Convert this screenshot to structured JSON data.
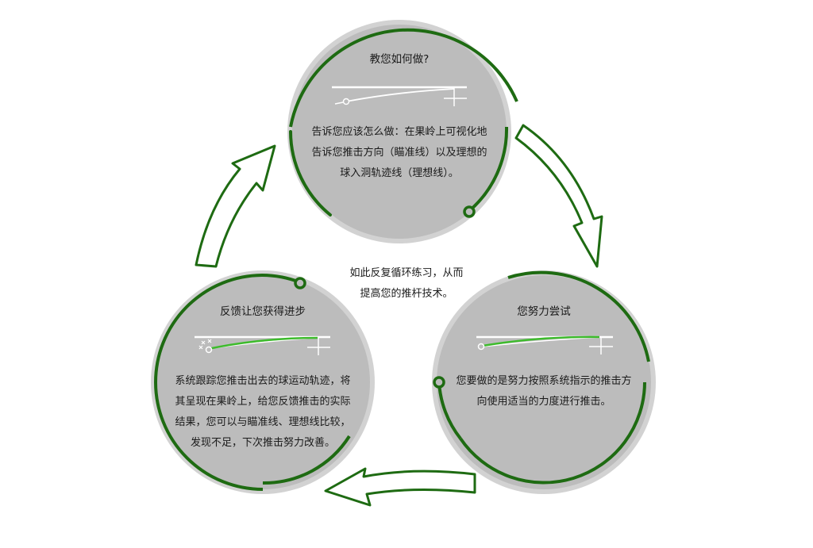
{
  "colors": {
    "accent": "#1e6b12",
    "highlight": "#3dbb2c",
    "circle_fill": "#bcbcbc",
    "circle_ring": "#d2d2d2"
  },
  "center": {
    "lines": [
      "如此反复循环练习，从而",
      "提高您的推杆技术。"
    ]
  },
  "top": {
    "title": "教您如何做?",
    "lines": [
      "告诉您应该怎么做：在果岭上可视化地",
      "告诉您推击方向（瞄准线）以及理想的",
      "球入洞轨迹线（理想线）。"
    ]
  },
  "right": {
    "title": "您努力尝试",
    "lines": [
      "您要做的是努力按照系统指示的推击方",
      "向使用适当的力度进行推击。"
    ]
  },
  "left": {
    "title": "反馈让您获得进步",
    "lines": [
      "系统跟踪您推击出去的球运动轨迹，将",
      "其呈现在果岭上，给您反馈推击的实际",
      "结果，您可以与瞄准线、理想线比较，",
      "发现不足，下次推击努力改善。"
    ]
  }
}
